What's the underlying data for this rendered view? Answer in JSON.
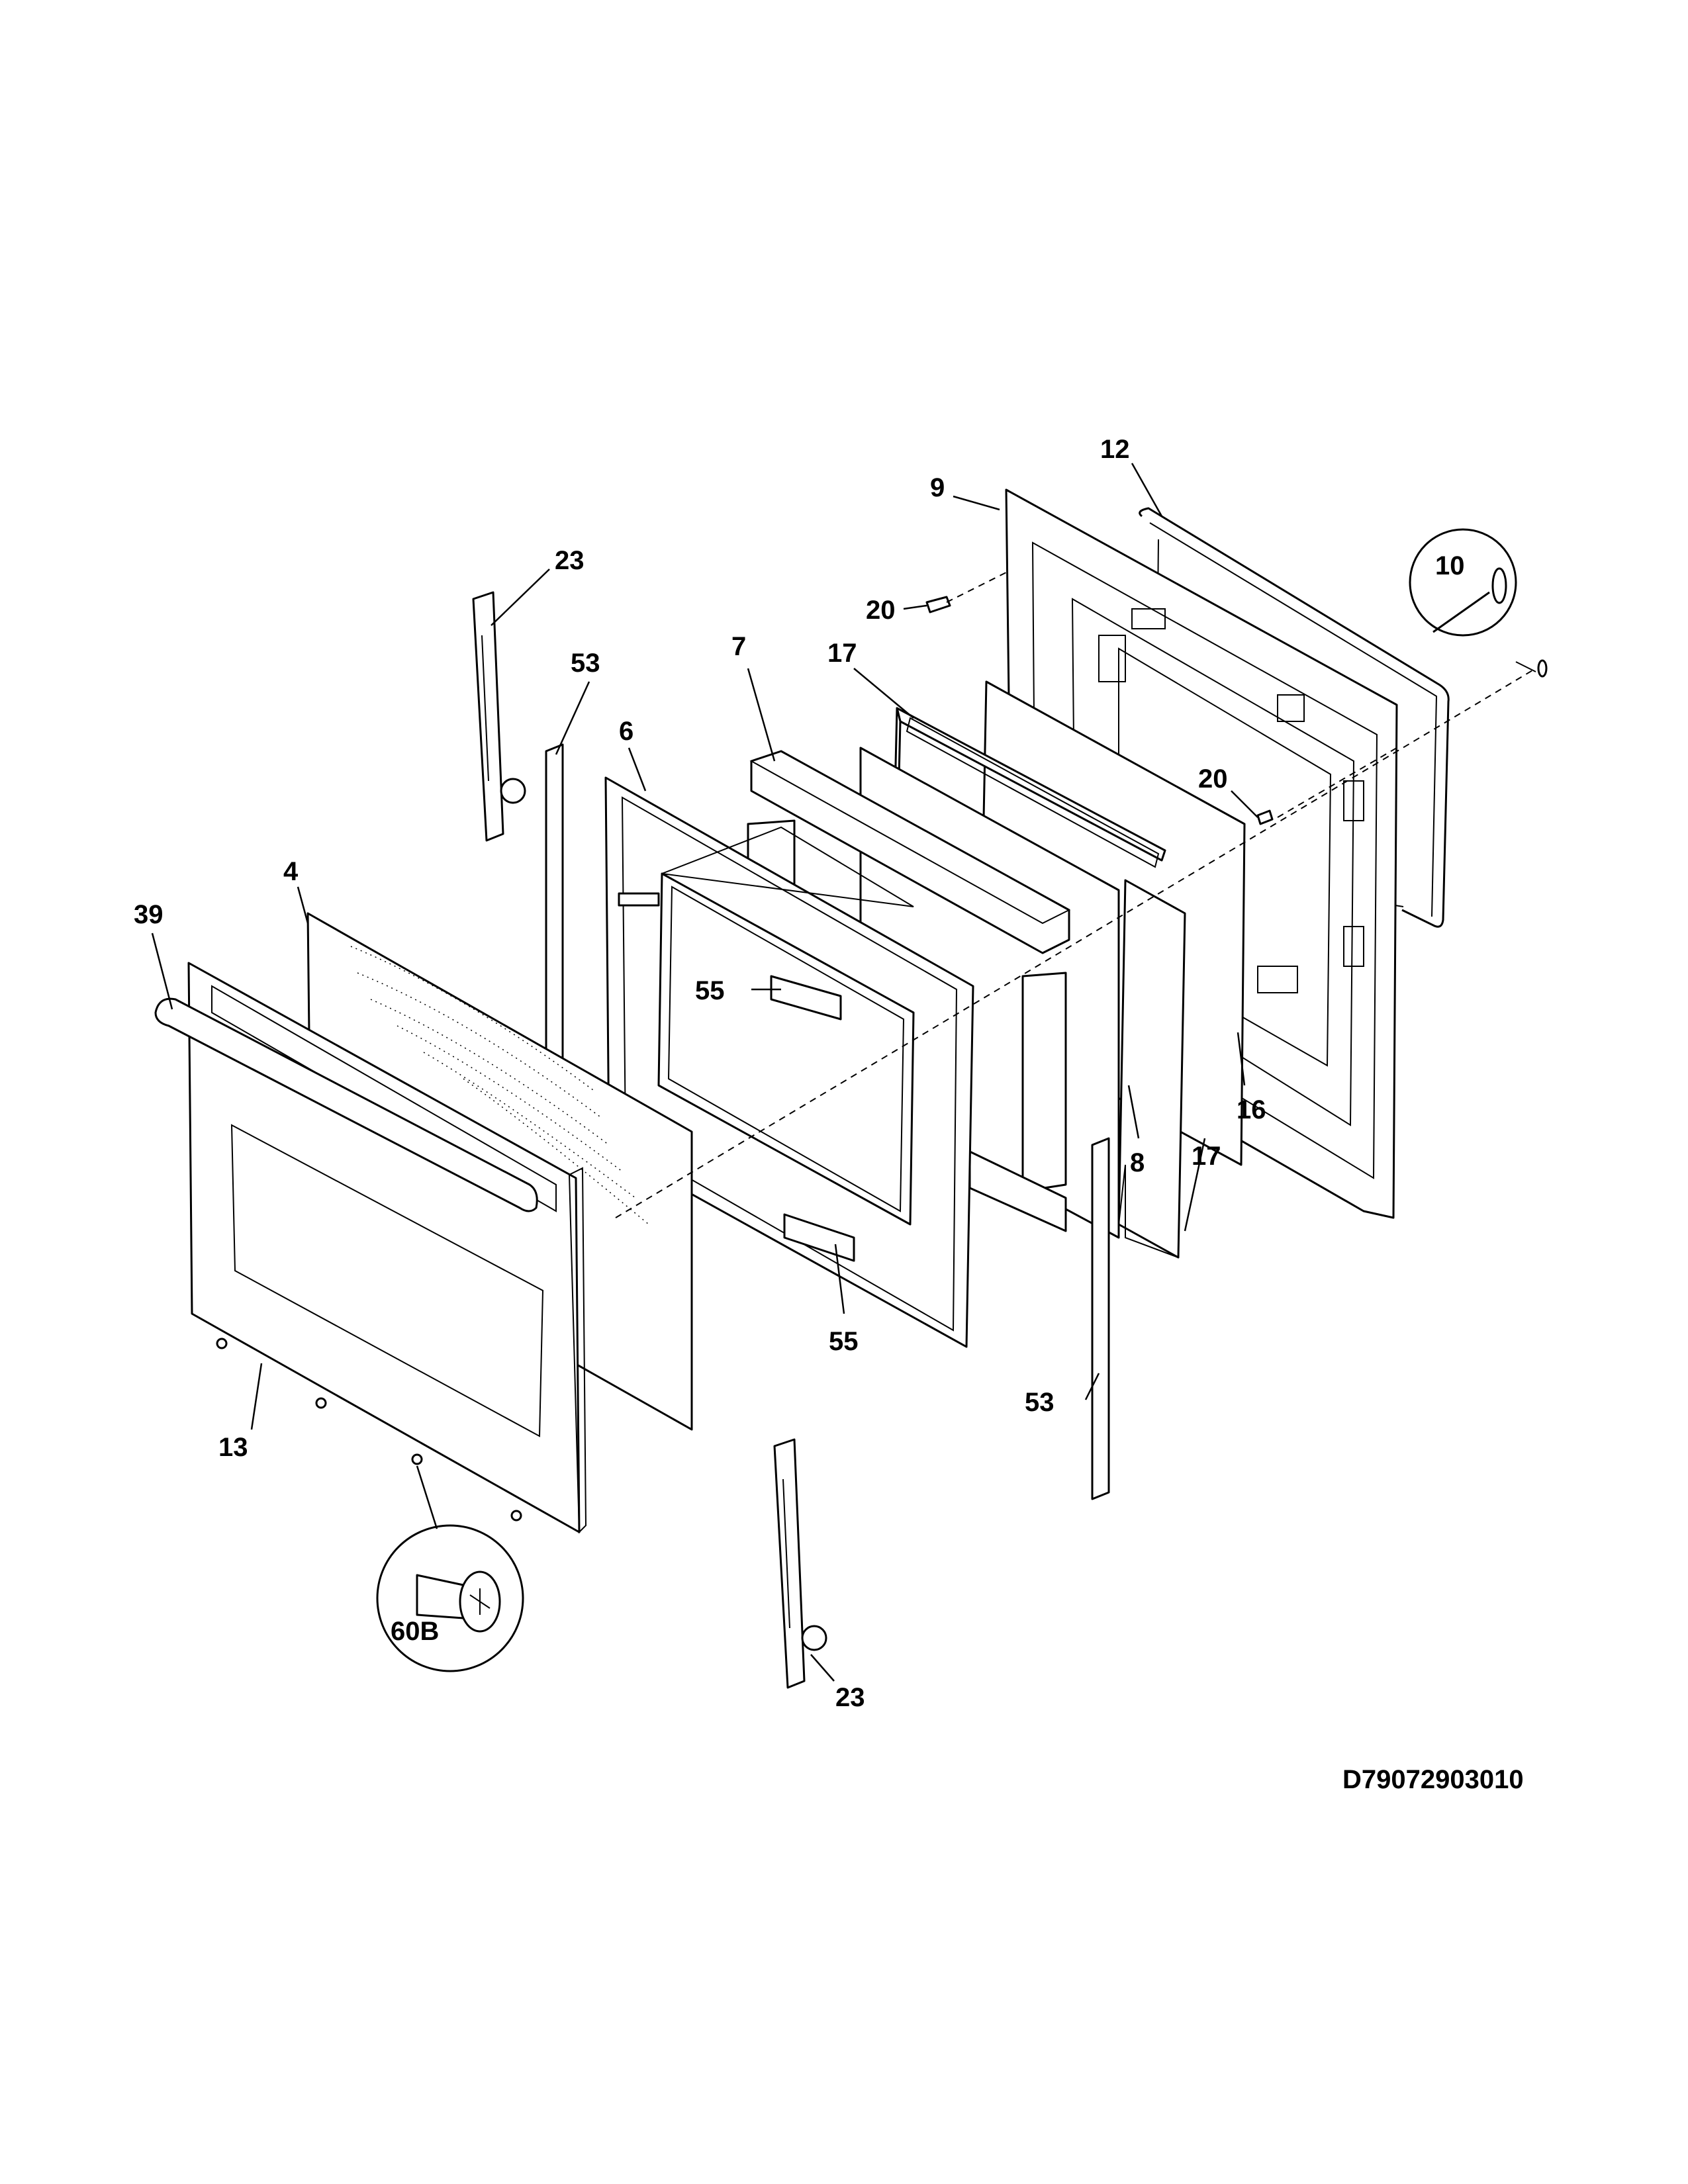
{
  "drawing_number": "D79072903010",
  "callouts": {
    "c23_top": "23",
    "c53_left": "53",
    "c6": "6",
    "c7": "7",
    "c17_top": "17",
    "c9": "9",
    "c12": "12",
    "c10": "10",
    "c20_top": "20",
    "c20_mid": "20",
    "c4": "4",
    "c39": "39",
    "c55_upper": "55",
    "c55_lower": "55",
    "c16": "16",
    "c8": "8",
    "c17_bottom": "17",
    "c53_right": "53",
    "c13": "13",
    "c60b": "60B",
    "c23_bottom": "23"
  }
}
